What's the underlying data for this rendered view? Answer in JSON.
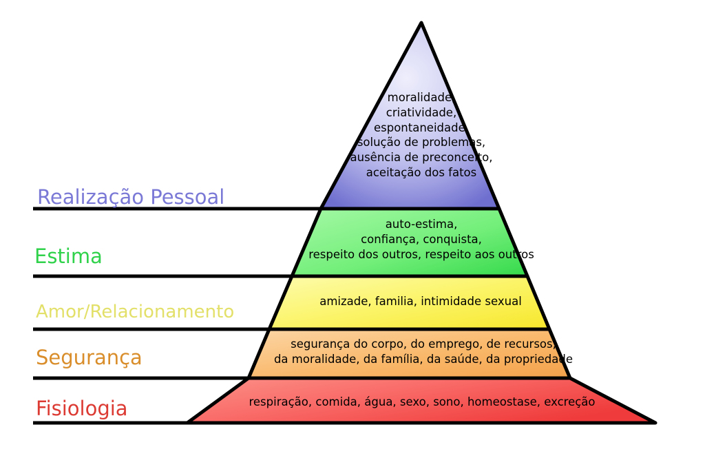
{
  "diagram": {
    "title": "Pirâmide de Maslow - Hierarquia das Necessidades",
    "background_color": "#ffffff",
    "outline_color": "#000000",
    "text_color": "#000000"
  },
  "tiers": [
    {
      "id": "self-actualization",
      "label": "Realização Pessoal",
      "label_color": "#7b79d6",
      "fill_light": "#e8e8f8",
      "fill_dark": "#6f6fd0",
      "content": "moralidade,\ncriatividade,\nespontaneidade,\nsolução de problemas,\nausência de preconceito,\naceitação dos fatos",
      "items": [
        "moralidade",
        "criatividade",
        "espontaneidade",
        "solução de problemas",
        "ausência de preconceito",
        "aceitação dos fatos"
      ]
    },
    {
      "id": "esteem",
      "label": "Estima",
      "label_color": "#2fd24a",
      "fill_light": "#9cf79c",
      "fill_dark": "#47e257",
      "content": "auto-estima,\nconfiança, conquista,\nrespeito dos outros, respeito aos outros",
      "items": [
        "auto-estima",
        "confiança",
        "conquista",
        "respeito dos outros",
        "respeito aos outros"
      ]
    },
    {
      "id": "love-belonging",
      "label": "Amor/Relacionamento",
      "label_color": "#e3e06a",
      "fill_light": "#fdfba6",
      "fill_dark": "#faee38",
      "content": "amizade, familia, intimidade sexual",
      "items": [
        "amizade",
        "familia",
        "intimidade sexual"
      ]
    },
    {
      "id": "safety",
      "label": "Segurança",
      "label_color": "#d98e2b",
      "fill_light": "#fcd3a0",
      "fill_dark": "#f7a94f",
      "content": "segurança do corpo, do emprego, de recursos,\nda moralidade, da família, da saúde, da propriedade",
      "items": [
        "segurança do corpo",
        "do emprego",
        "de recursos",
        "da moralidade",
        "da família",
        "da saúde",
        "da propriedade"
      ]
    },
    {
      "id": "physiological",
      "label": "Fisiologia",
      "label_color": "#dc3b34",
      "fill_light": "#fb8d84",
      "fill_dark": "#f23f3f",
      "content": "respiração, comida, água, sexo, sono, homeostase, excreção",
      "items": [
        "respiração",
        "comida",
        "água",
        "sexo",
        "sono",
        "homeostase",
        "excreção"
      ]
    }
  ]
}
